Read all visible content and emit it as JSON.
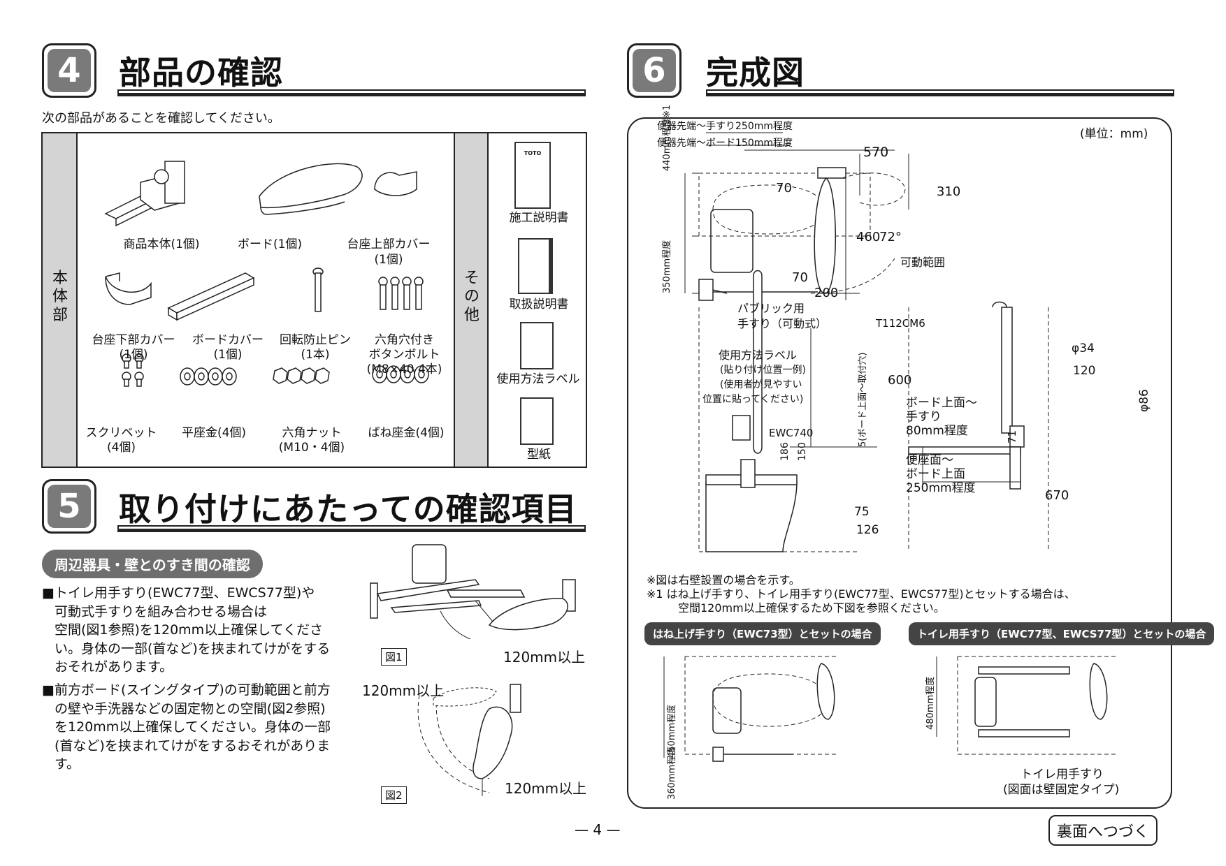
{
  "sec4": {
    "num": "4",
    "title": "部品の確認",
    "intro": "次の部品があることを確認してください。"
  },
  "parts_box": {
    "main_label": [
      "本",
      "体",
      "部"
    ],
    "other_label": [
      "そ",
      "の",
      "他"
    ],
    "parts": [
      {
        "name": "商品本体(1個)",
        "icon": "handrail-body-icon"
      },
      {
        "name": "ボード(1個)",
        "icon": "board-icon"
      },
      {
        "name": "台座上部カバー",
        "name2": "(1個)",
        "icon": "base-upper-cover-icon"
      },
      {
        "name": "台座下部カバー",
        "name2": "(1個)",
        "icon": "base-lower-cover-icon"
      },
      {
        "name": "ボードカバー",
        "name2": "(1個)",
        "icon": "board-cover-icon"
      },
      {
        "name": "回転防止ピン",
        "name2": "(1本)",
        "icon": "pin-icon"
      },
      {
        "name": "六角穴付き",
        "name2": "ボタンボルト",
        "name3": "(M8×40 4本)",
        "icon": "bolt-icon"
      },
      {
        "name": "スクリベット",
        "name2": "(4個)",
        "icon": "rivet-icon"
      },
      {
        "name": "平座金(4個)",
        "icon": "washer-icon"
      },
      {
        "name": "六角ナット",
        "name2": "(M10・4個)",
        "icon": "nut-icon"
      },
      {
        "name": "ばね座金(4個)",
        "icon": "spring-washer-icon"
      }
    ],
    "others": [
      "施工説明書",
      "取扱説明書",
      "使用方法ラベル",
      "型紙"
    ],
    "doc_header": "TOTO"
  },
  "sec5": {
    "num": "5",
    "title": "取り付けにあたっての確認項目",
    "pill": "周辺器具・壁とのすき間の確認",
    "para1": [
      "■トイレ用手すり(EWC77型、EWCS77型)や",
      "可動式手すりを組み合わせる場合は",
      "空間(図1参照)を120mm以上確保してくださ",
      "い。身体の一部(首など)を挟まれてけがをする",
      "おそれがあります。"
    ],
    "para2": [
      "■前方ボード(スイングタイプ)の可動範囲と前方",
      "の壁や手洗器などの固定物との空間(図2参照)",
      "を120mm以上確保してください。身体の一部",
      "(首など)を挟まれてけがをするおそれがありま",
      "す。"
    ],
    "fig1_label": "図1",
    "fig2_label": "図2",
    "clear1": "120mm以上",
    "clear2": "120mm以上",
    "clear3": "120mm以上"
  },
  "sec6": {
    "num": "6",
    "title": "完成図",
    "unit": "(単位：mm)",
    "dims": {
      "tip_handrail": "便器先端～手すり250mm程度",
      "tip_board": "便器先端～ボード150mm程度",
      "d570": "570",
      "d70a": "70",
      "d310": "310",
      "d460": "460",
      "d72": "72°",
      "range": "可動範囲",
      "d70b": "70",
      "d200": "200",
      "h440": "440mm程度※1",
      "h350": "350mm程度",
      "public1": "パブリック用",
      "public2": "手すり（可動式）",
      "t112": "T112CM6",
      "label1": "使用方法ラベル",
      "label2": "(貼り付け位置一例)",
      "label3": "(使用者が見やすい",
      "label4": "位置に貼ってください)",
      "d600": "600",
      "vert": "5(ボード上面～取付穴)",
      "board1": "ボード上面～",
      "board2": "手すり",
      "board3": "80mm程度",
      "ewc740": "EWC740",
      "d186": "186",
      "d150": "150",
      "seat1": "便座面～",
      "seat2": "ボード上面",
      "seat3": "250mm程度",
      "d75": "75",
      "d126": "126",
      "phi34": "φ34",
      "d120": "120",
      "phi86": "φ86",
      "d71": "71",
      "d670": "670"
    },
    "notes": [
      "※図は右壁設置の場合を示す。",
      "※1  はね上げ手すり、トイレ用手すり(EWC77型、EWCS77型)とセットする場合は、",
      "空間120mm以上確保するため下図を参照ください。"
    ],
    "bar1": "はね上げ手すり（EWC73型）とセットの場合",
    "bar2": "トイレ用手すり（EWC77型、EWCS77型）とセットの場合",
    "h450": "450mm程度",
    "h360": "360mm程度",
    "h480": "480mm程度",
    "toilet_rail1": "トイレ用手すり",
    "toilet_rail2": "(図面は壁固定タイプ)"
  },
  "footer": {
    "page": "— 4 —",
    "continue": "裏面へつづく"
  }
}
